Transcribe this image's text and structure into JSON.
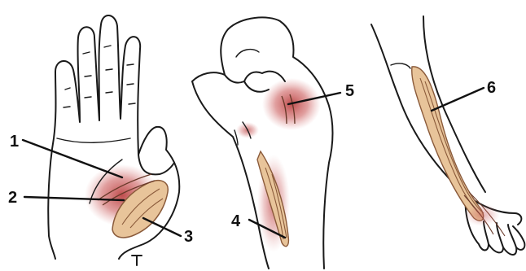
{
  "labels": {
    "l1": "1",
    "l2": "2",
    "l3": "3",
    "l4": "4",
    "l5": "5",
    "l6": "6"
  },
  "colors": {
    "pain": "#c84a4a",
    "muscle": "#e8c49a",
    "muscle_stroke": "#8a5a3a",
    "outline": "#1a1a1a"
  }
}
